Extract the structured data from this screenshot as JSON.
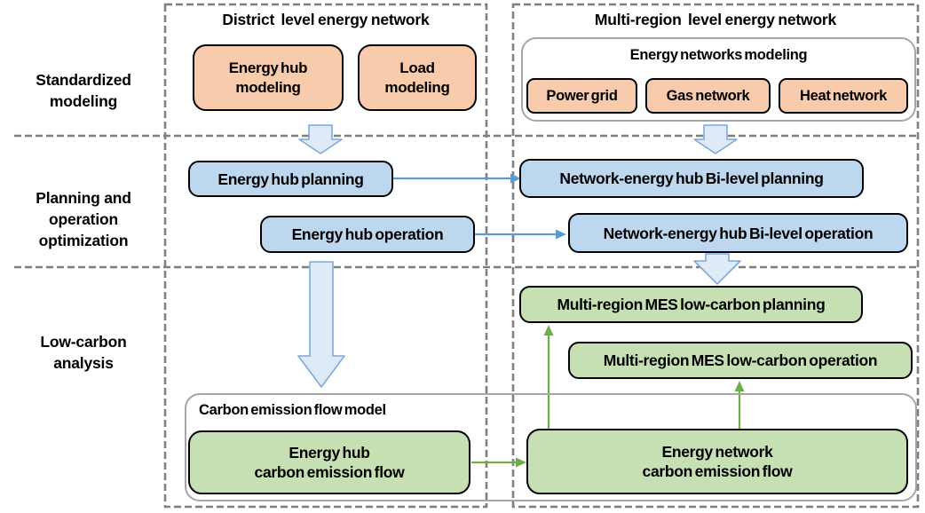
{
  "colors": {
    "orange": "#F8CBAD",
    "blue": "#BDD7EE",
    "green": "#C6E0B4",
    "arrow-blue": "#5B9BD5",
    "arrow-green": "#70AD47",
    "block-arrow-fill": "#DEEBF7",
    "block-arrow-stroke": "#7FA8D9",
    "dashed-line": "#7F7F7F",
    "container-border": "#A6A6A6",
    "box-border": "#000000"
  },
  "row_labels": {
    "standardized": "Standardized modeling",
    "planning": "Planning and operation optimization",
    "lowcarbon": "Low-carbon analysis"
  },
  "district": {
    "title": "District  level energy network",
    "energy_hub_modeling": {
      "lines": [
        "Energy hub",
        "modeling"
      ]
    },
    "load_modeling": {
      "lines": [
        "Load",
        "modeling"
      ]
    },
    "energy_hub_planning": "Energy hub planning",
    "energy_hub_operation": "Energy hub operation"
  },
  "multiregion": {
    "title": "Multi-region  level energy network",
    "networks_modeling": {
      "title": "Energy networks modeling",
      "power_grid": "Power grid",
      "gas_network": "Gas network",
      "heat_network": "Heat network"
    },
    "bilevel_planning": "Network-energy hub Bi-level planning",
    "bilevel_operation": "Network-energy hub Bi-level operation",
    "mes_planning": "Multi-region MES low-carbon planning",
    "mes_operation": "Multi-region MES low-carbon operation"
  },
  "carbon_flow": {
    "title": "Carbon emission flow model",
    "energy_hub_cef": {
      "lines": [
        "Energy hub",
        "carbon emission flow"
      ]
    },
    "energy_network_cef": {
      "lines": [
        "Energy network",
        "carbon emission flow"
      ]
    }
  }
}
